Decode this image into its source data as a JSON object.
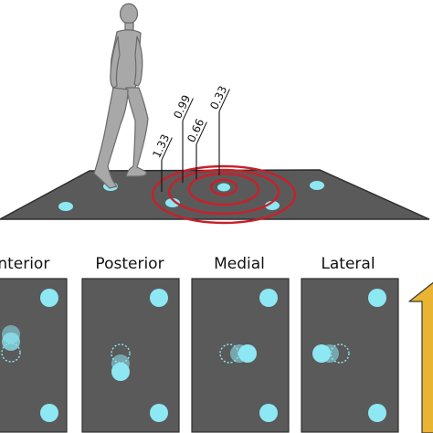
{
  "top_scene": {
    "distance_labels": [
      "1.33",
      "0.99",
      "0.66",
      "0.33"
    ]
  },
  "panels": [
    {
      "label": "Anterior"
    },
    {
      "label": "Posterior"
    },
    {
      "label": "Medial"
    },
    {
      "label": "Lateral"
    }
  ],
  "colors": {
    "floor": "#5a5a5a",
    "floor_edge": "#2e2e2e",
    "dot": "#8ee8f4",
    "ring": "#c8202a",
    "person": "#a8a8a8",
    "person_edge": "#6a6a6a",
    "arrow": "#e8b432"
  },
  "icons": [
    "walking-person-icon",
    "vibration-rings-icon",
    "up-arrow-icon"
  ]
}
